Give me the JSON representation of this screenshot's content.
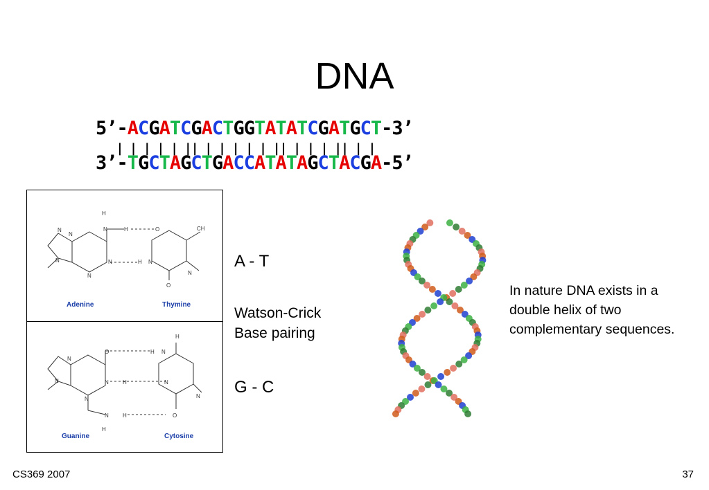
{
  "title": "DNA",
  "sequence": {
    "top": [
      {
        "t": "5’-",
        "c": "#000000"
      },
      {
        "t": "A",
        "c": "#e60000"
      },
      {
        "t": "C",
        "c": "#1a3ee0"
      },
      {
        "t": "G",
        "c": "#000000"
      },
      {
        "t": "A",
        "c": "#e60000"
      },
      {
        "t": "T",
        "c": "#17b84a"
      },
      {
        "t": "C",
        "c": "#1a3ee0"
      },
      {
        "t": "G",
        "c": "#000000"
      },
      {
        "t": "A",
        "c": "#e60000"
      },
      {
        "t": "C",
        "c": "#1a3ee0"
      },
      {
        "t": "T",
        "c": "#17b84a"
      },
      {
        "t": "GG",
        "c": "#000000"
      },
      {
        "t": "T",
        "c": "#17b84a"
      },
      {
        "t": "A",
        "c": "#e60000"
      },
      {
        "t": "T",
        "c": "#17b84a"
      },
      {
        "t": "A",
        "c": "#e60000"
      },
      {
        "t": "T",
        "c": "#17b84a"
      },
      {
        "t": "C",
        "c": "#1a3ee0"
      },
      {
        "t": "G",
        "c": "#000000"
      },
      {
        "t": "A",
        "c": "#e60000"
      },
      {
        "t": "T",
        "c": "#17b84a"
      },
      {
        "t": "G",
        "c": "#000000"
      },
      {
        "t": "C",
        "c": "#1a3ee0"
      },
      {
        "t": "T",
        "c": "#17b84a"
      },
      {
        "t": "-3’",
        "c": "#000000"
      }
    ],
    "bottom": [
      {
        "t": "3’-",
        "c": "#000000"
      },
      {
        "t": "T",
        "c": "#17b84a"
      },
      {
        "t": "G",
        "c": "#000000"
      },
      {
        "t": "C",
        "c": "#1a3ee0"
      },
      {
        "t": "T",
        "c": "#17b84a"
      },
      {
        "t": "A",
        "c": "#e60000"
      },
      {
        "t": "G",
        "c": "#000000"
      },
      {
        "t": "C",
        "c": "#1a3ee0"
      },
      {
        "t": "T",
        "c": "#17b84a"
      },
      {
        "t": "G",
        "c": "#000000"
      },
      {
        "t": "A",
        "c": "#e60000"
      },
      {
        "t": "CC",
        "c": "#1a3ee0"
      },
      {
        "t": "A",
        "c": "#e60000"
      },
      {
        "t": "T",
        "c": "#17b84a"
      },
      {
        "t": "A",
        "c": "#e60000"
      },
      {
        "t": "T",
        "c": "#17b84a"
      },
      {
        "t": "A",
        "c": "#e60000"
      },
      {
        "t": "G",
        "c": "#000000"
      },
      {
        "t": "C",
        "c": "#1a3ee0"
      },
      {
        "t": "T",
        "c": "#17b84a"
      },
      {
        "t": "A",
        "c": "#e60000"
      },
      {
        "t": "C",
        "c": "#1a3ee0"
      },
      {
        "t": "G",
        "c": "#000000"
      },
      {
        "t": "A",
        "c": "#e60000"
      },
      {
        "t": "-5’",
        "c": "#000000"
      }
    ],
    "bonds": "   | | | | | || | | | | | || | | | || | |"
  },
  "labels": {
    "at_pair": "A - T",
    "base_pairing": "Watson-Crick\nBase pairing",
    "gc_pair": "G - C"
  },
  "structures": {
    "adenine": "Adenine",
    "thymine": "Thymine",
    "guanine": "Guanine",
    "cytosine": "Cytosine"
  },
  "description": "In nature DNA exists in a double helix of two complementary sequences.",
  "footer": {
    "course": "CS369 2007",
    "page": "37"
  },
  "colors": {
    "adenine": "#e60000",
    "cytosine": "#1a3ee0",
    "thymine": "#17b84a",
    "guanine": "#000000",
    "caption": "#1a3ea8"
  }
}
